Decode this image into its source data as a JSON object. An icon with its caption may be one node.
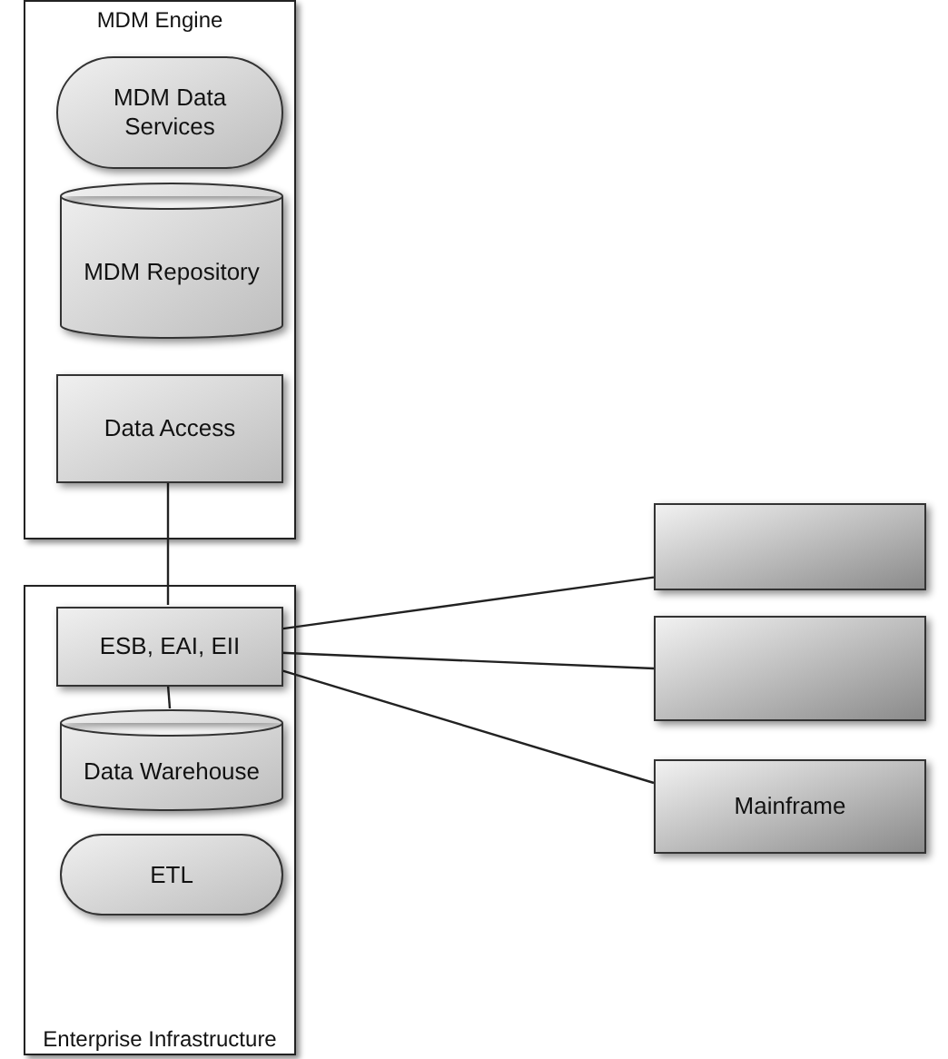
{
  "diagram": {
    "nodes": [
      {
        "text": [
          "MDM Engine"
        ]
      },
      {
        "text": [
          "MDM Data Services"
        ],
        "in": 0
      },
      {
        "text": [
          "MDM Repository"
        ],
        "in": 0
      },
      {
        "text": [
          "Data Access"
        ],
        "in": 0
      },
      {
        "text": [
          "Enterprise Infrastructure"
        ]
      },
      {
        "text": [
          "ESB, EAI, EII"
        ],
        "in": 4
      },
      {
        "text": [
          "Data Warehouse"
        ],
        "in": 4
      },
      {
        "text": [
          "ETL"
        ],
        "in": 4
      },
      {
        "text": [],
        "shape": "box"
      },
      {
        "text": [],
        "shape": "box"
      },
      {
        "text": [
          "Mainframe"
        ]
      }
    ],
    "edges": [
      {
        "from": 3,
        "to": 5,
        "arrow": "none"
      },
      {
        "from": 5,
        "to": 6,
        "arrow": "none"
      },
      {
        "from": 5,
        "to": 8,
        "arrow": "none"
      },
      {
        "from": 5,
        "to": 9,
        "arrow": "none"
      },
      {
        "from": 5,
        "to": 10,
        "arrow": "none"
      }
    ]
  }
}
